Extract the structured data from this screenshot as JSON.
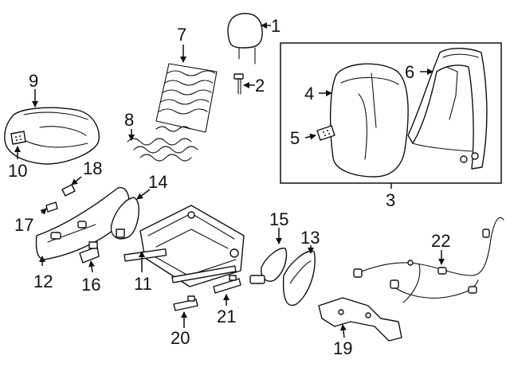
{
  "diagram": {
    "callouts": {
      "c1": "1",
      "c2": "2",
      "c3": "3",
      "c4": "4",
      "c5": "5",
      "c6": "6",
      "c7": "7",
      "c8": "8",
      "c9": "9",
      "c10": "10",
      "c11": "11",
      "c12": "12",
      "c13": "13",
      "c14": "14",
      "c15": "15",
      "c16": "16",
      "c17": "17",
      "c18": "18",
      "c19": "19",
      "c20": "20",
      "c21": "21",
      "c22": "22"
    }
  }
}
